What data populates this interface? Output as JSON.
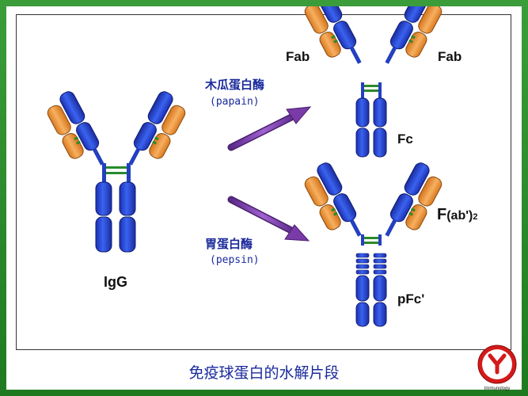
{
  "labels": {
    "igg": "IgG",
    "fab_left": "Fab",
    "fab_right": "Fab",
    "fc": "Fc",
    "fab2_main": "F",
    "fab2_sub": "(ab')",
    "fab2_num": "2",
    "pfc": "pFc'"
  },
  "enzymes": {
    "papain_cn": "木瓜蛋白酶",
    "papain_en": "(papain)",
    "pepsin_cn": "胃蛋白酶",
    "pepsin_en": "(pepsin)"
  },
  "caption": "免疫球蛋白的水解片段",
  "logo": {
    "text": "Immunology"
  },
  "colors": {
    "heavy": "#2e4fd6",
    "light": "#f09a3e",
    "hinge": "#2a8a2a",
    "arrow": "#7a3aa8",
    "text": "#1a2a9c"
  }
}
